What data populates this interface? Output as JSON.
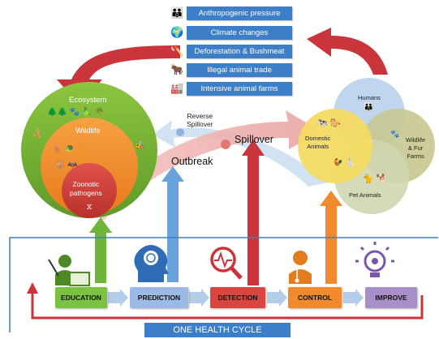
{
  "pressures": [
    {
      "label": "Anthropogenic pressure",
      "icon": "people-icon"
    },
    {
      "label": "Climate changes",
      "icon": "globe-icon"
    },
    {
      "label": "Deforestation & Bushmeat",
      "icon": "deforestation-icon"
    },
    {
      "label": "Illegal animal trade",
      "icon": "animal-trade-icon"
    },
    {
      "label": "Intensive animal farms",
      "icon": "farm-icon"
    }
  ],
  "left_circles": {
    "outer": "Ecosystem",
    "middle": "Wildlife",
    "inner_line1": "Zoonotic",
    "inner_line2": "pathogens"
  },
  "flow_labels": {
    "reverse_line1": "Reverse",
    "reverse_line2": "Spillover",
    "spillover": "Spillover",
    "outbreak": "Outbreak"
  },
  "venn": {
    "humans": "Humans",
    "domestic_line1": "Domestic",
    "domestic_line2": "Animals",
    "wildlife_line1": "Wildlife",
    "wildlife_line2": "& Fur",
    "wildlife_line3": "Farms",
    "pet": "Pet Animals"
  },
  "cycle": {
    "title": "ONE HEALTH CYCLE",
    "stages": [
      {
        "label": "EDUCATION",
        "color": "#7cc242"
      },
      {
        "label": "PREDICTION",
        "color": "#9bbbe6"
      },
      {
        "label": "DETECTION",
        "color": "#d9453f"
      },
      {
        "label": "CONTROL",
        "color": "#f08a2c"
      },
      {
        "label": "IMPROVE",
        "color": "#a98fc7"
      }
    ]
  },
  "colors": {
    "blue": "#3d7ec8",
    "red": "#cc3d3a",
    "green": "#7cc242",
    "orange": "#f08a2c",
    "purple": "#8e6fb5"
  }
}
